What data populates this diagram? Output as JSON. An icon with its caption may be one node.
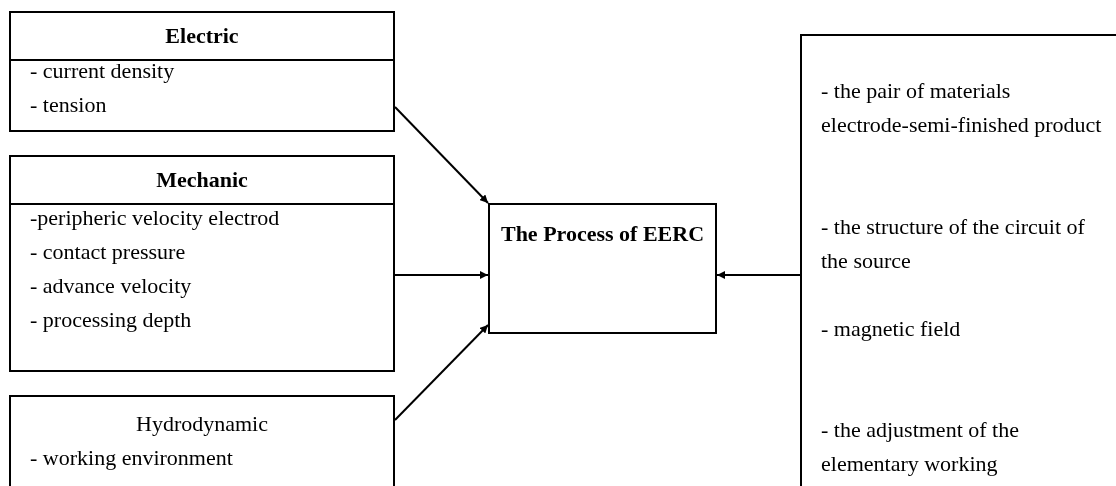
{
  "diagram": {
    "nodes": [
      {
        "text": [
          "Electric",
          "- current density",
          "- tension"
        ]
      },
      {
        "text": [
          "Mechanic",
          "-peripheric velocity electrod",
          "- contact pressure",
          "- advance velocity",
          "- processing depth"
        ]
      },
      {
        "text": [
          "Hydrodynamic",
          "- working environment"
        ]
      },
      {
        "text": [
          "The Process of EERC"
        ]
      },
      {
        "text": [
          "- the pair of materials electrode-semi-finished product",
          "- the structure of the circuit of the source",
          "- magnetic field",
          "- the adjustment of the elementary working"
        ]
      }
    ],
    "edges": [
      {
        "from": 0,
        "to": 3,
        "arrow": "to"
      },
      {
        "from": 1,
        "to": 3,
        "arrow": "to"
      },
      {
        "from": 2,
        "to": 3,
        "arrow": "to"
      },
      {
        "from": 4,
        "to": 3,
        "arrow": "to"
      }
    ]
  }
}
